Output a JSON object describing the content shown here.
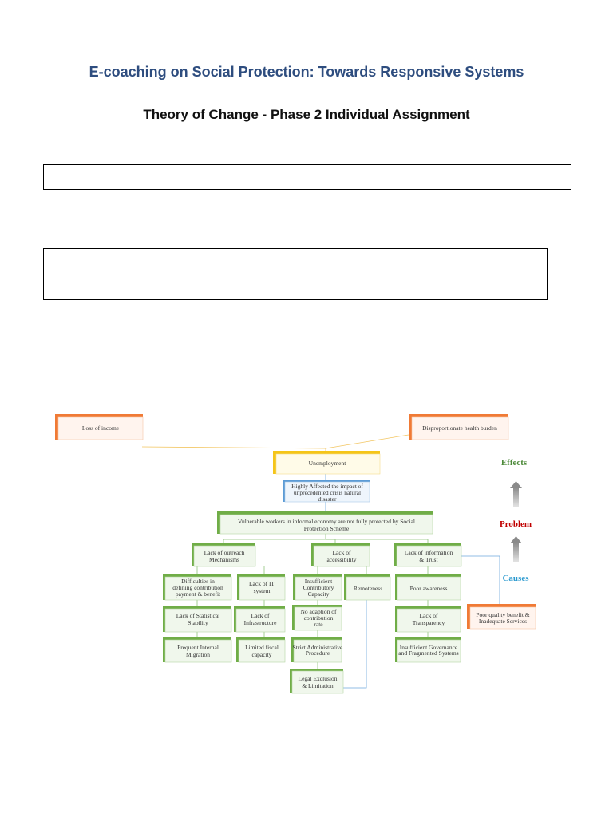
{
  "header": {
    "title": "E-coaching on Social Protection: Towards Responsive Systems",
    "subtitle": "Theory of Change - Phase 2 Individual Assignment"
  },
  "form": {
    "field1_value": "",
    "field2_value": ""
  },
  "diagram": {
    "effects": {
      "loss_of_income": "Loss of income",
      "health_burden": "Disproportionate health burden"
    },
    "unemployment": "Unemployment",
    "highly_affected": [
      "Highly Affected the impact of",
      "unprecedented crisis natural",
      "disaster"
    ],
    "problem": [
      "Vulnerable workers in informal economy are not fully protected by Social",
      "Protection Scheme"
    ],
    "cause_outreach": [
      "Lack of outreach",
      "Mechanisms"
    ],
    "cause_accessibility": [
      "Lack of",
      "accessibility"
    ],
    "cause_information": [
      "Lack of information",
      "& Trust"
    ],
    "difficulties": [
      "Difficulties in",
      "defining contribution",
      "payment & benefit"
    ],
    "it_system": [
      "Lack of IT",
      "system"
    ],
    "statistical": [
      "Lack of Statistical",
      "Stability"
    ],
    "infrastructure": [
      "Lack of",
      "Infrastructure"
    ],
    "migration": [
      "Frequent Internal",
      "Migration"
    ],
    "fiscal": [
      "Limited fiscal",
      "capacity"
    ],
    "insufficient": [
      "Insufficient",
      "Contributory",
      "Capacity"
    ],
    "remoteness": "Remoteness",
    "no_adaption": [
      "No adaption of",
      "contribution",
      "rate"
    ],
    "strict_admin": [
      "Strict Administrative",
      "Procedure"
    ],
    "legal_exclusion": [
      "Legal Exclusion",
      "& Limitation"
    ],
    "poor_awareness": "Poor awareness",
    "transparency": [
      "Lack of",
      "Transparency"
    ],
    "governance": [
      "Insufficient Governance",
      "and Fragmented Systems"
    ],
    "poor_quality": [
      "Poor quality benefit &",
      "Inadequate Services"
    ],
    "legend": {
      "effects": "Effects",
      "problem": "Problem",
      "causes": "Causes"
    }
  }
}
